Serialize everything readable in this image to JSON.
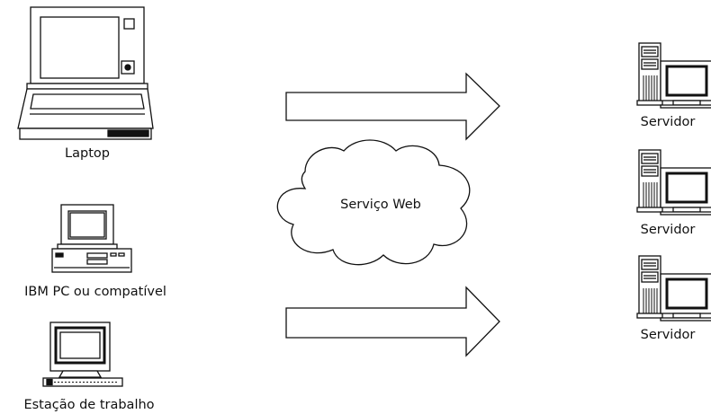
{
  "devices": {
    "laptop": {
      "label": "Laptop",
      "icon": "laptop-icon"
    },
    "ibm_pc": {
      "label": "IBM PC ou compatível",
      "icon": "desktop-pc-icon"
    },
    "workstation": {
      "label": "Estação de trabalho",
      "icon": "workstation-icon"
    }
  },
  "cloud": {
    "label": "Serviço Web",
    "icon": "cloud-icon"
  },
  "servers": [
    {
      "label": "Servidor",
      "icon": "server-icon"
    },
    {
      "label": "Servidor",
      "icon": "server-icon"
    },
    {
      "label": "Servidor",
      "icon": "server-icon"
    }
  ],
  "arrows": [
    {
      "name": "arrow-upper",
      "direction": "right"
    },
    {
      "name": "arrow-lower",
      "direction": "right"
    }
  ],
  "colors": {
    "stroke": "#111111",
    "background": "#ffffff"
  }
}
